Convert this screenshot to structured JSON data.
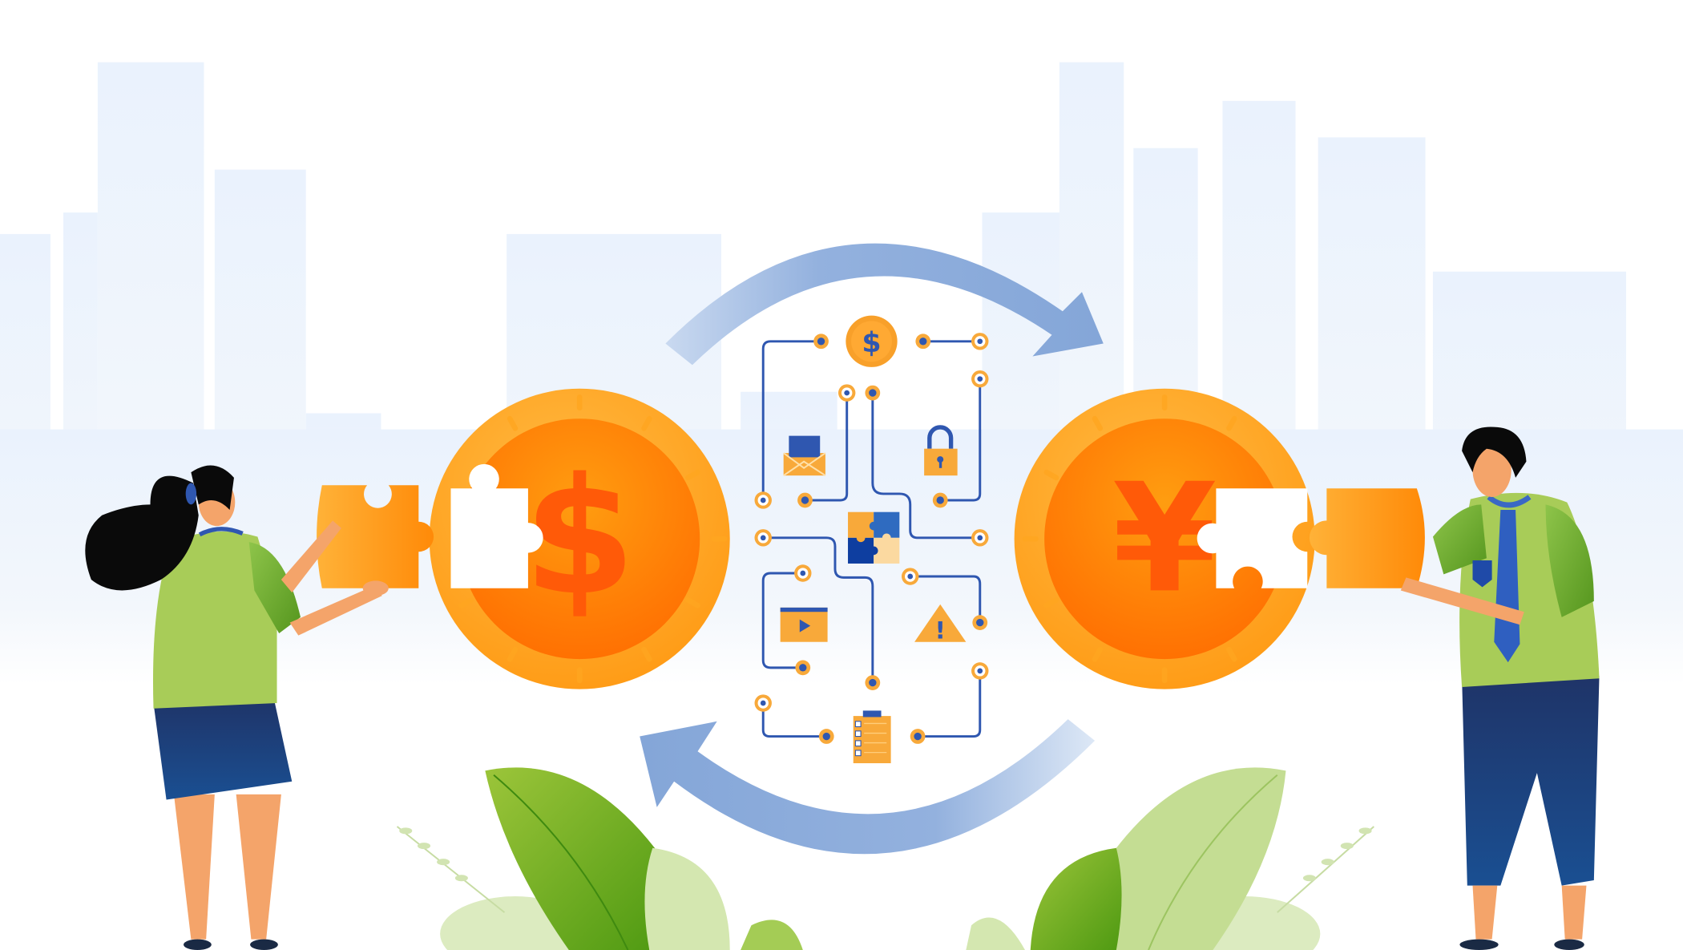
{
  "illustration": {
    "subject": "currency exchange integration",
    "left_coin": {
      "symbol": "$",
      "name": "dollar-coin"
    },
    "right_coin": {
      "symbol": "¥",
      "name": "yen-coin"
    },
    "top_small_coin": {
      "symbol": "$"
    },
    "warning_symbol": "!",
    "circuit_icons": [
      "mail-icon",
      "lock-icon",
      "puzzle-icon",
      "video-player-icon",
      "warning-icon",
      "clipboard-checklist-icon",
      "dollar-coin-icon"
    ],
    "figures": [
      "woman-holding-puzzle-piece",
      "man-holding-puzzle-piece"
    ]
  },
  "colors": {
    "background": "#ffffff",
    "skyline": "#edf4fd",
    "arrow": "#88a9da",
    "coin_outer": "#ffae33",
    "coin_inner": "#ff8a05",
    "coin_symbol": "#ff5a08",
    "circuit_line": "#2f57b0",
    "circuit_node": "#f8a93a",
    "shirt_green": "#a8cc58",
    "sleeve_green": "#6aa62a",
    "navy": "#1d3f7f",
    "skin": "#f4a46a",
    "hair": "#0a0a0a",
    "leaf_dark": "#7cb327",
    "leaf_light": "#cfe3a8"
  }
}
